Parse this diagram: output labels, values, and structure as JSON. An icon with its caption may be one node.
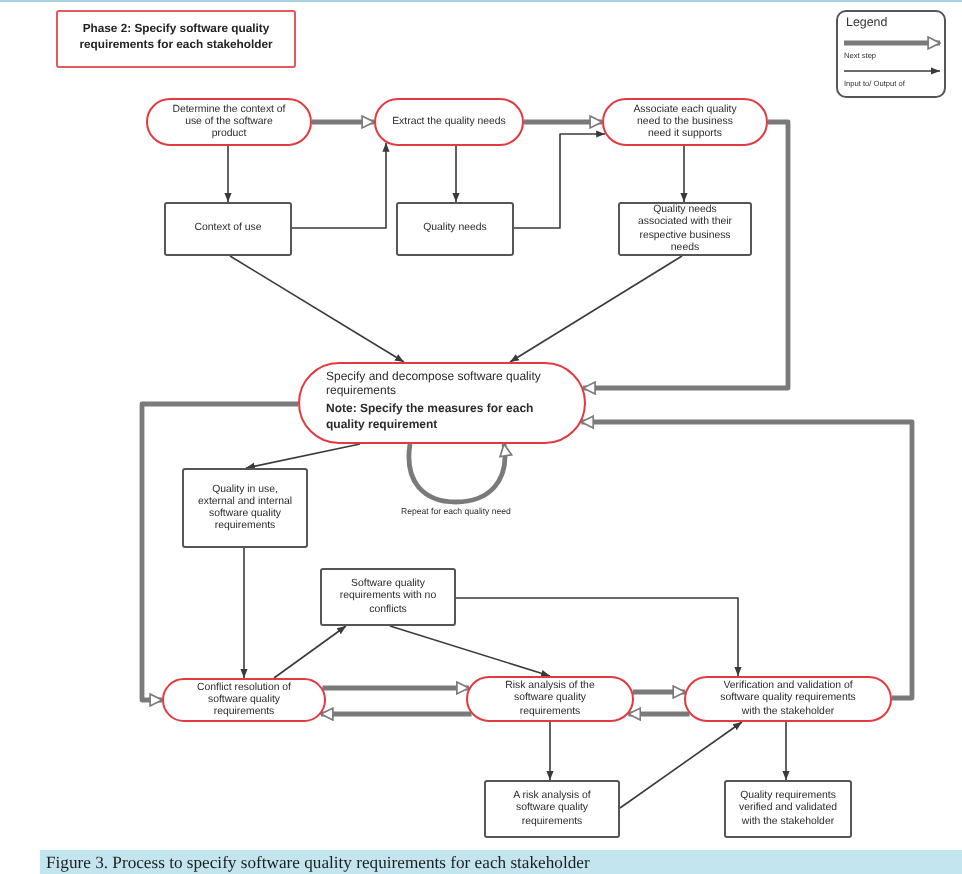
{
  "diagram": {
    "title": "Phase 2: Specify software quality requirements for each stakeholder",
    "caption": "Figure 3. Process to specify software quality requirements for each stakeholder",
    "nodes": [
      {
        "text": [
          "Determine the context of use of the software product"
        ]
      },
      {
        "text": [
          "Extract the quality needs"
        ]
      },
      {
        "text": [
          "Associate each quality need to the business need it supports"
        ]
      },
      {
        "text": [
          "Context of use"
        ]
      },
      {
        "text": [
          "Quality needs"
        ]
      },
      {
        "text": [
          "Quality needs associated with their respective business needs"
        ]
      },
      {
        "text": [
          "Specify and decompose software quality requirements",
          "Note: Specify the measures for each quality requirement"
        ]
      },
      {
        "text": [
          "Quality in use, external and internal software quality requirements"
        ]
      },
      {
        "text": [
          "Software quality requirements with no conflicts"
        ]
      },
      {
        "text": [
          "Conflict resolution of software quality requirements"
        ]
      },
      {
        "text": [
          "Risk analysis of the software quality requirements"
        ]
      },
      {
        "text": [
          "Verification and validation of software quality requirements with the stakeholder"
        ]
      },
      {
        "text": [
          "A risk analysis of software quality requirements"
        ]
      },
      {
        "text": [
          "Quality requirements verified and validated with the stakeholder"
        ]
      }
    ],
    "edges": [
      {
        "from": 0,
        "to": 1,
        "arrow": "to",
        "style": "thick"
      },
      {
        "from": 1,
        "to": 2,
        "arrow": "to",
        "style": "thick"
      },
      {
        "from": 0,
        "to": 3,
        "arrow": "to"
      },
      {
        "from": 3,
        "to": 1,
        "arrow": "to"
      },
      {
        "from": 1,
        "to": 4,
        "arrow": "to"
      },
      {
        "from": 4,
        "to": 2,
        "arrow": "to"
      },
      {
        "from": 2,
        "to": 5,
        "arrow": "to"
      },
      {
        "from": 3,
        "to": 6,
        "arrow": "to"
      },
      {
        "from": 5,
        "to": 6,
        "arrow": "to"
      },
      {
        "from": 2,
        "to": 6,
        "arrow": "to",
        "style": "thick"
      },
      {
        "from": 11,
        "to": 6,
        "arrow": "to",
        "style": "thick"
      },
      {
        "from": 6,
        "to": 7,
        "arrow": "to"
      },
      {
        "from": 6,
        "to": 6,
        "arrow": "to",
        "style": "thick",
        "label": "Repeat for each quality need"
      },
      {
        "from": 7,
        "to": 9,
        "arrow": "to"
      },
      {
        "from": 9,
        "to": 8,
        "arrow": "to"
      },
      {
        "from": 6,
        "to": 9,
        "arrow": "to",
        "style": "thick"
      },
      {
        "from": 9,
        "to": 10,
        "arrow": "to",
        "style": "thick"
      },
      {
        "from": 10,
        "to": 9,
        "arrow": "to",
        "style": "thick"
      },
      {
        "from": 10,
        "to": 11,
        "arrow": "to",
        "style": "thick"
      },
      {
        "from": 11,
        "to": 10,
        "arrow": "to",
        "style": "thick"
      },
      {
        "from": 8,
        "to": 11,
        "arrow": "to"
      },
      {
        "from": 8,
        "to": 10,
        "arrow": "to"
      },
      {
        "from": 10,
        "to": 12,
        "arrow": "to"
      },
      {
        "from": 12,
        "to": 11,
        "arrow": "to"
      },
      {
        "from": 11,
        "to": 13,
        "arrow": "to"
      }
    ],
    "labels": [
      "Legend"
    ],
    "legend": [
      {
        "text": "Next step"
      },
      {
        "text": "Input to/ Output of"
      }
    ]
  }
}
